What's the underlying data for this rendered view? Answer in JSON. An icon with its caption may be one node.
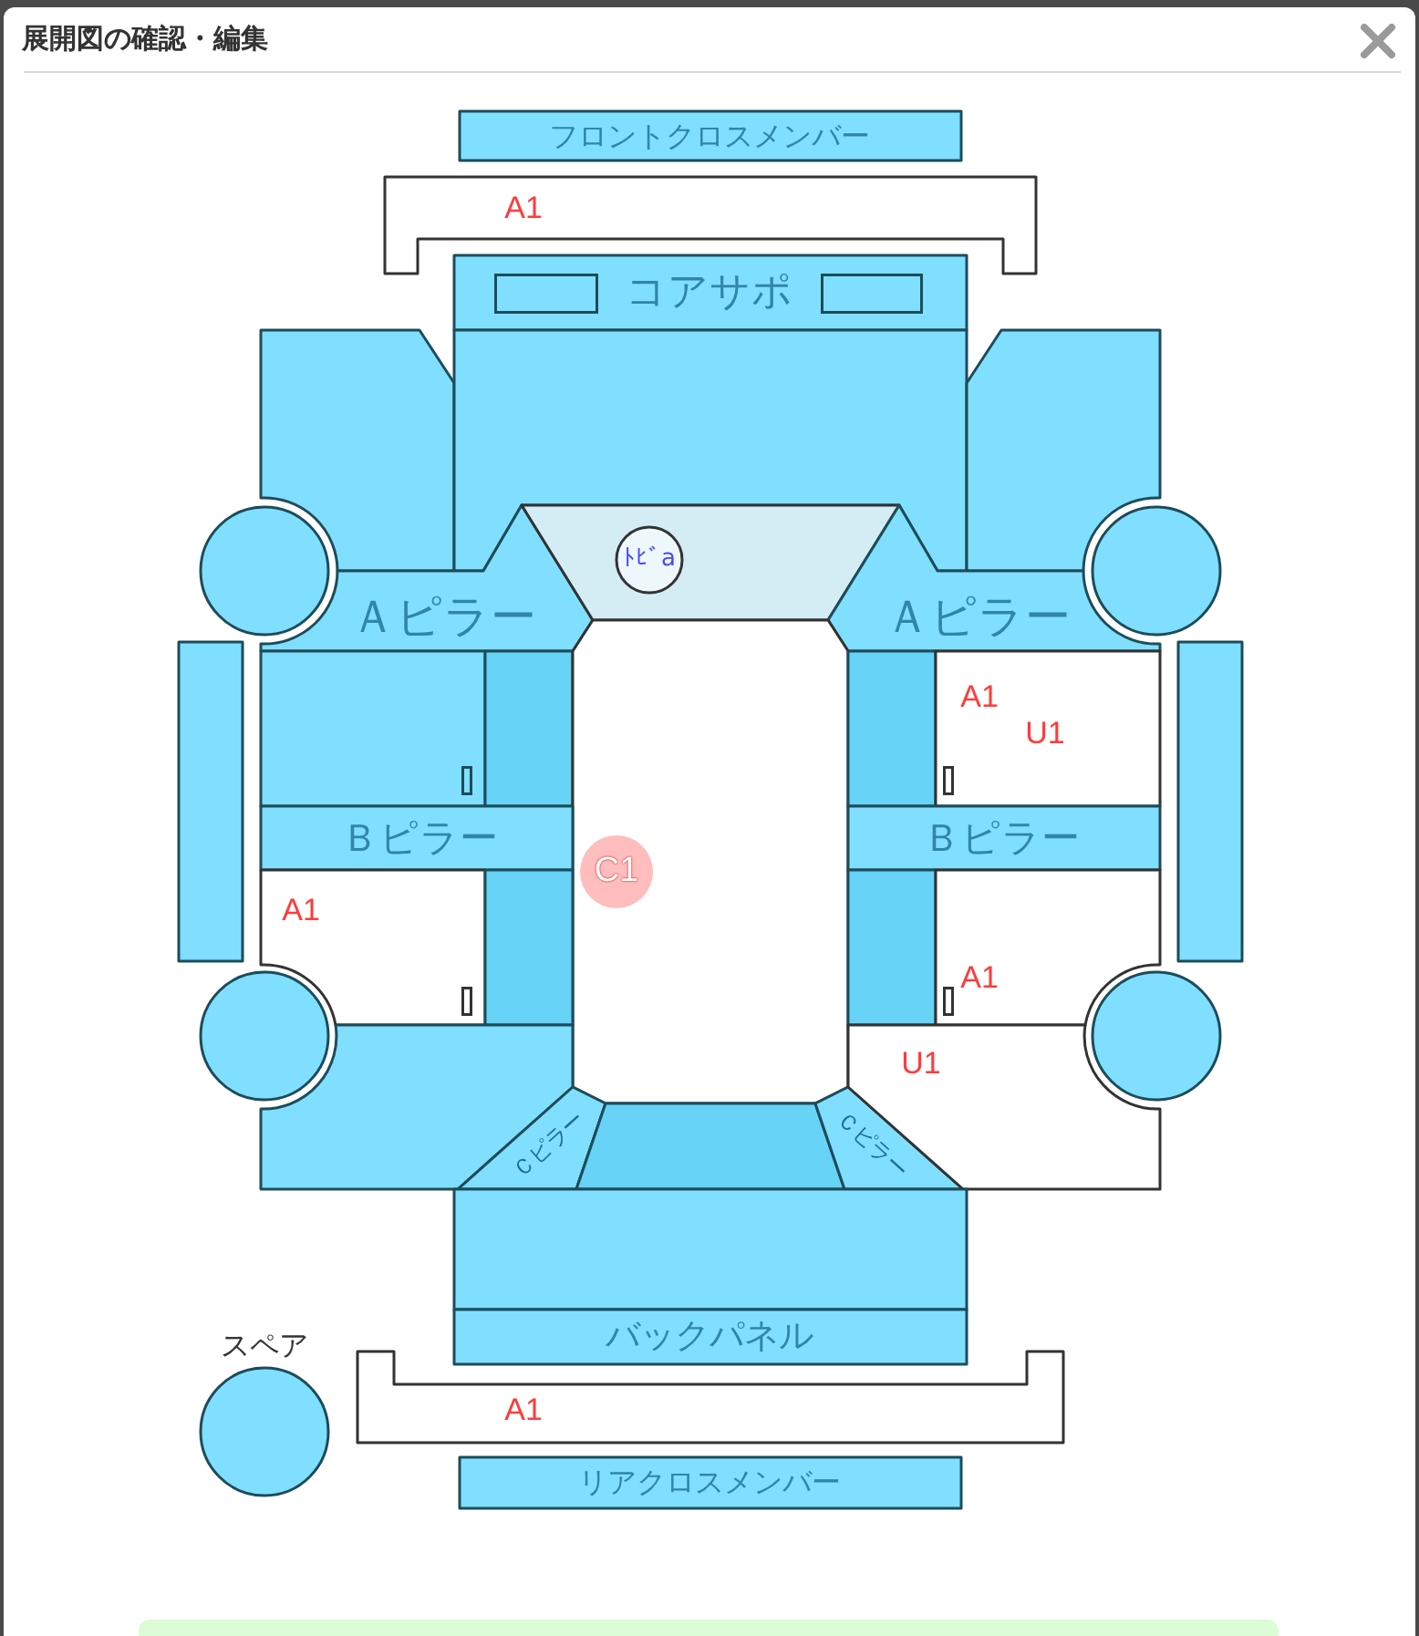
{
  "diagram": {
    "title": "展開図の確認・編集",
    "nodes": [
      {
        "text": [
          "フロントクロスメンバー"
        ]
      },
      {
        "text": [],
        "shape": "box"
      },
      {
        "text": [
          "コアサポ"
        ]
      },
      {
        "text": [],
        "shape": "box"
      },
      {
        "text": [],
        "shape": "box"
      },
      {
        "text": [],
        "shape": "box"
      },
      {
        "text": [],
        "shape": "circle"
      },
      {
        "text": [
          "Ａピラー"
        ]
      },
      {
        "text": [],
        "shape": "box"
      },
      {
        "text": [
          "ﾄﾋﾞa"
        ],
        "in": 8
      },
      {
        "text": [
          "Ａピラー"
        ]
      },
      {
        "text": [],
        "shape": "circle"
      },
      {
        "text": [],
        "shape": "bar"
      },
      {
        "text": [],
        "shape": "box"
      },
      {
        "text": [],
        "shape": "box"
      },
      {
        "text": [],
        "shape": "box"
      },
      {
        "text": [],
        "shape": "box"
      },
      {
        "text": [],
        "shape": "box"
      },
      {
        "text": [],
        "shape": "bar"
      },
      {
        "text": [
          "Ｂピラー"
        ]
      },
      {
        "text": [
          "Ｂピラー"
        ]
      },
      {
        "text": [],
        "shape": "box"
      },
      {
        "text": [],
        "shape": "box"
      },
      {
        "text": [],
        "shape": "box"
      },
      {
        "text": [],
        "shape": "box"
      },
      {
        "text": [],
        "shape": "circle"
      },
      {
        "text": [],
        "shape": "circle"
      },
      {
        "text": [],
        "shape": "box"
      },
      {
        "text": [
          "Ｃピラー"
        ]
      },
      {
        "text": [],
        "shape": "box"
      },
      {
        "text": [
          "Ｃピラー"
        ]
      },
      {
        "text": [],
        "shape": "box"
      },
      {
        "text": [],
        "shape": "box"
      },
      {
        "text": [
          "バックパネル"
        ]
      },
      {
        "text": [
          "スペア"
        ]
      },
      {
        "text": [],
        "shape": "box"
      },
      {
        "text": [
          "リアクロスメンバー"
        ]
      }
    ],
    "labels": [
      "A1",
      "A1",
      "U1",
      "C1",
      "A1",
      "A1",
      "U1",
      "A1"
    ]
  }
}
